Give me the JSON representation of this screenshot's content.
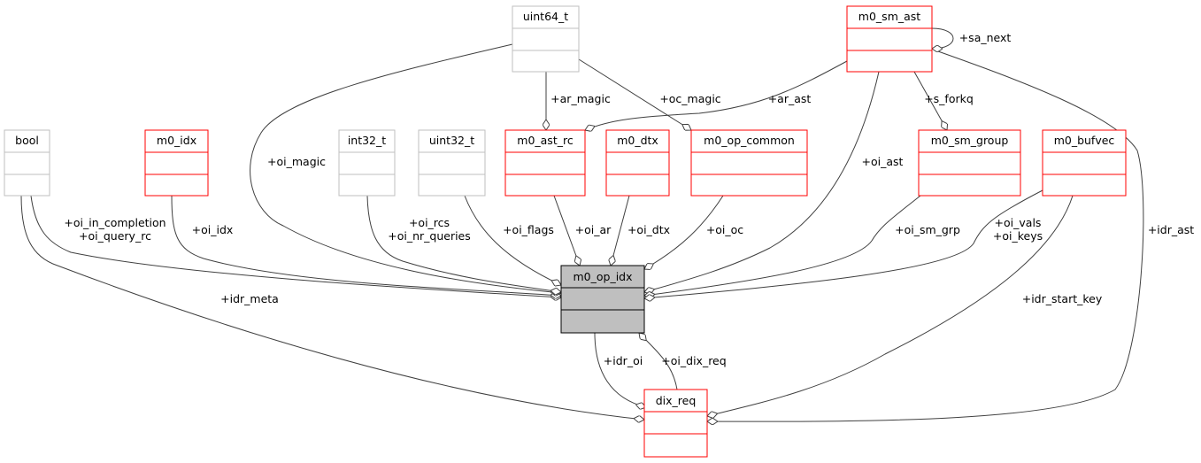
{
  "colors": {
    "linked_border": "#ff0000",
    "external_border": "#bfbfbf",
    "focus_fill": "#bfbfbf",
    "edge": "#404040"
  },
  "nodes": {
    "bool": "bool",
    "m0_idx": "m0_idx",
    "uint64_t": "uint64_t",
    "int32_t": "int32_t",
    "uint32_t": "uint32_t",
    "m0_ast_rc": "m0_ast_rc",
    "m0_dtx": "m0_dtx",
    "m0_op_common": "m0_op_common",
    "m0_sm_ast": "m0_sm_ast",
    "m0_sm_group": "m0_sm_group",
    "m0_bufvec": "m0_bufvec",
    "m0_op_idx": "m0_op_idx",
    "dix_req": "dix_req"
  },
  "edges": {
    "oi_in_completion": "+oi_in_completion",
    "oi_query_rc": "+oi_query_rc",
    "idr_meta": "+idr_meta",
    "oi_idx": "+oi_idx",
    "oi_magic": "+oi_magic",
    "oi_rcs": "+oi_rcs",
    "oi_nr_queries": "+oi_nr_queries",
    "oi_flags": "+oi_flags",
    "oi_ar": "+oi_ar",
    "oi_dtx": "+oi_dtx",
    "oi_oc": "+oi_oc",
    "oi_ast": "+oi_ast",
    "oi_sm_grp": "+oi_sm_grp",
    "oi_vals": "+oi_vals",
    "oi_keys": "+oi_keys",
    "idr_start_key": "+idr_start_key",
    "idr_ast": "+idr_ast",
    "sa_next": "+sa_next",
    "ar_magic": "+ar_magic",
    "oc_magic": "+oc_magic",
    "ar_ast": "+ar_ast",
    "s_forkq": "+s_forkq",
    "idr_oi": "+idr_oi",
    "oi_dix_req": "+oi_dix_req"
  }
}
